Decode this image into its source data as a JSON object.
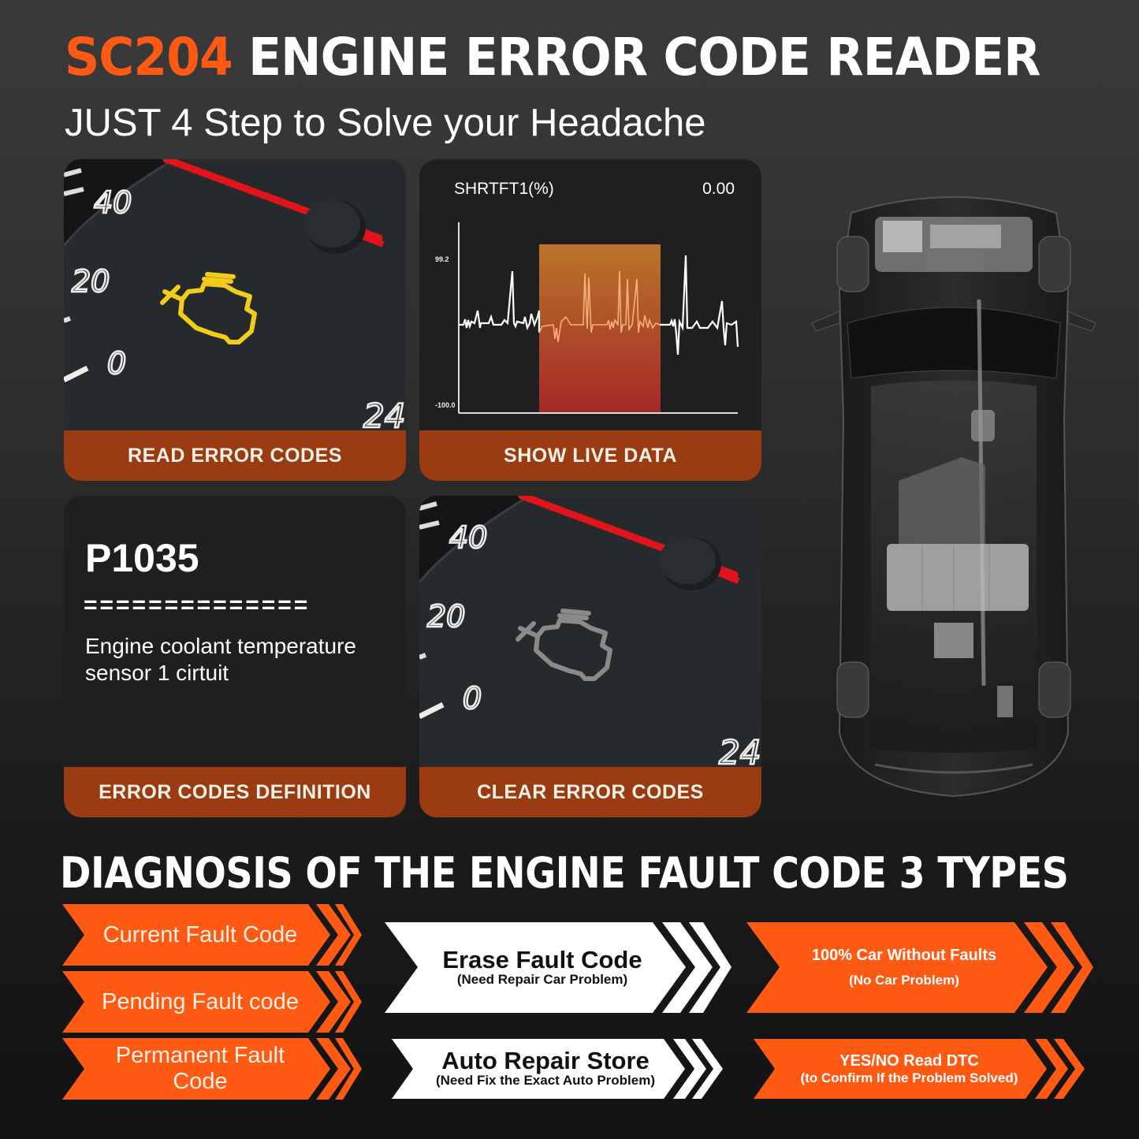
{
  "header": {
    "title_accent": "SC204",
    "title_main": "ENGINE ERROR CODE READER",
    "subtitle": "JUST 4 Step to Solve your Headache"
  },
  "colors": {
    "accent_orange": "#ff5a14",
    "banner_brown": "#9a3b12",
    "check_engine_on": "#f2cc1a",
    "check_engine_off": "#8a8a8a",
    "needle_red": "#e0141a"
  },
  "steps": [
    {
      "label": "READ ERROR CODES",
      "icon": "check-engine-icon",
      "gauge_ticks": [
        "40",
        "20",
        "0",
        "24"
      ],
      "lamp_state": "on"
    },
    {
      "label": "SHOW LIVE DATA",
      "live": {
        "pid": "SHRTFT1(%)",
        "value": "0.00"
      }
    },
    {
      "label": "ERROR CODES DEFINITION",
      "code": "P1035",
      "separator": "==============",
      "description": "Engine coolant temperature sensor 1 cirtuit"
    },
    {
      "label": "CLEAR ERROR CODES",
      "icon": "check-engine-icon",
      "gauge_ticks": [
        "40",
        "20",
        "0",
        "24"
      ],
      "lamp_state": "off"
    }
  ],
  "chart_data": {
    "type": "line",
    "title": "SHRTFT1(%)",
    "current_value": "0.00",
    "ylabel": "",
    "xlabel": "",
    "y_tick_labels": [
      "99.2",
      "-100.0"
    ],
    "ylim": [
      -100.0,
      99.2
    ],
    "highlight_region": {
      "x_start": 0.3,
      "x_end": 0.73,
      "color_top": "#b8752a",
      "color_bottom": "#a52828"
    },
    "series": [
      {
        "name": "SHRTFT1",
        "x": [
          0,
          0.02,
          0.03,
          0.04,
          0.05,
          0.06,
          0.07,
          0.08,
          0.1,
          0.11,
          0.12,
          0.14,
          0.16,
          0.19,
          0.2,
          0.21,
          0.22,
          0.24,
          0.25,
          0.27,
          0.28,
          0.29,
          0.3,
          0.31,
          0.34,
          0.35,
          0.36,
          0.37,
          0.38,
          0.39,
          0.4,
          0.44,
          0.45,
          0.46,
          0.47,
          0.48,
          0.52,
          0.53,
          0.54,
          0.55,
          0.57,
          0.58,
          0.59,
          0.6,
          0.61,
          0.63,
          0.64,
          0.65,
          0.66,
          0.67,
          0.68,
          0.69,
          0.7,
          0.71,
          0.72,
          0.73,
          0.76,
          0.77,
          0.78,
          0.79,
          0.8,
          0.81,
          0.82,
          0.83,
          0.84,
          0.85,
          0.87,
          0.9,
          0.91,
          0.93,
          0.94,
          0.95,
          0.97,
          0.99,
          1.0
        ],
        "values": [
          0,
          2,
          -3,
          3,
          -2,
          0,
          10,
          0,
          0,
          3,
          0,
          0,
          0,
          46,
          0,
          -5,
          0,
          0,
          5,
          -6,
          8,
          0,
          -8,
          0,
          0,
          3,
          -22,
          0,
          5,
          0,
          0,
          45,
          -5,
          43,
          0,
          0,
          0,
          2,
          -2,
          0,
          46,
          0,
          35,
          -3,
          0,
          35,
          0,
          5,
          -3,
          0,
          10,
          0,
          0,
          0,
          -3,
          0,
          0,
          2,
          -25,
          0,
          0,
          60,
          0,
          0,
          0,
          2,
          0,
          0,
          5,
          0,
          22,
          -3,
          2,
          0,
          -20
        ]
      }
    ]
  },
  "section2": {
    "heading": "DIAGNOSIS OF THE ENGINE FAULT CODE 3 TYPES",
    "fault_types": [
      "Current Fault Code",
      "Pending Fault code",
      "Permanent Fault Code"
    ],
    "actions": [
      {
        "title": "Erase Fault Code",
        "note": "(Need Repair Car Problem)"
      },
      {
        "title": "Auto Repair Store",
        "note": "(Need Fix the Exact Auto Problem)"
      }
    ],
    "outcomes": [
      {
        "title": "100% Car Without Faults",
        "note": "(No Car Problem)"
      },
      {
        "title": "YES/NO Read DTC",
        "note": "(to Confirm If the Problem Solved)"
      }
    ]
  }
}
